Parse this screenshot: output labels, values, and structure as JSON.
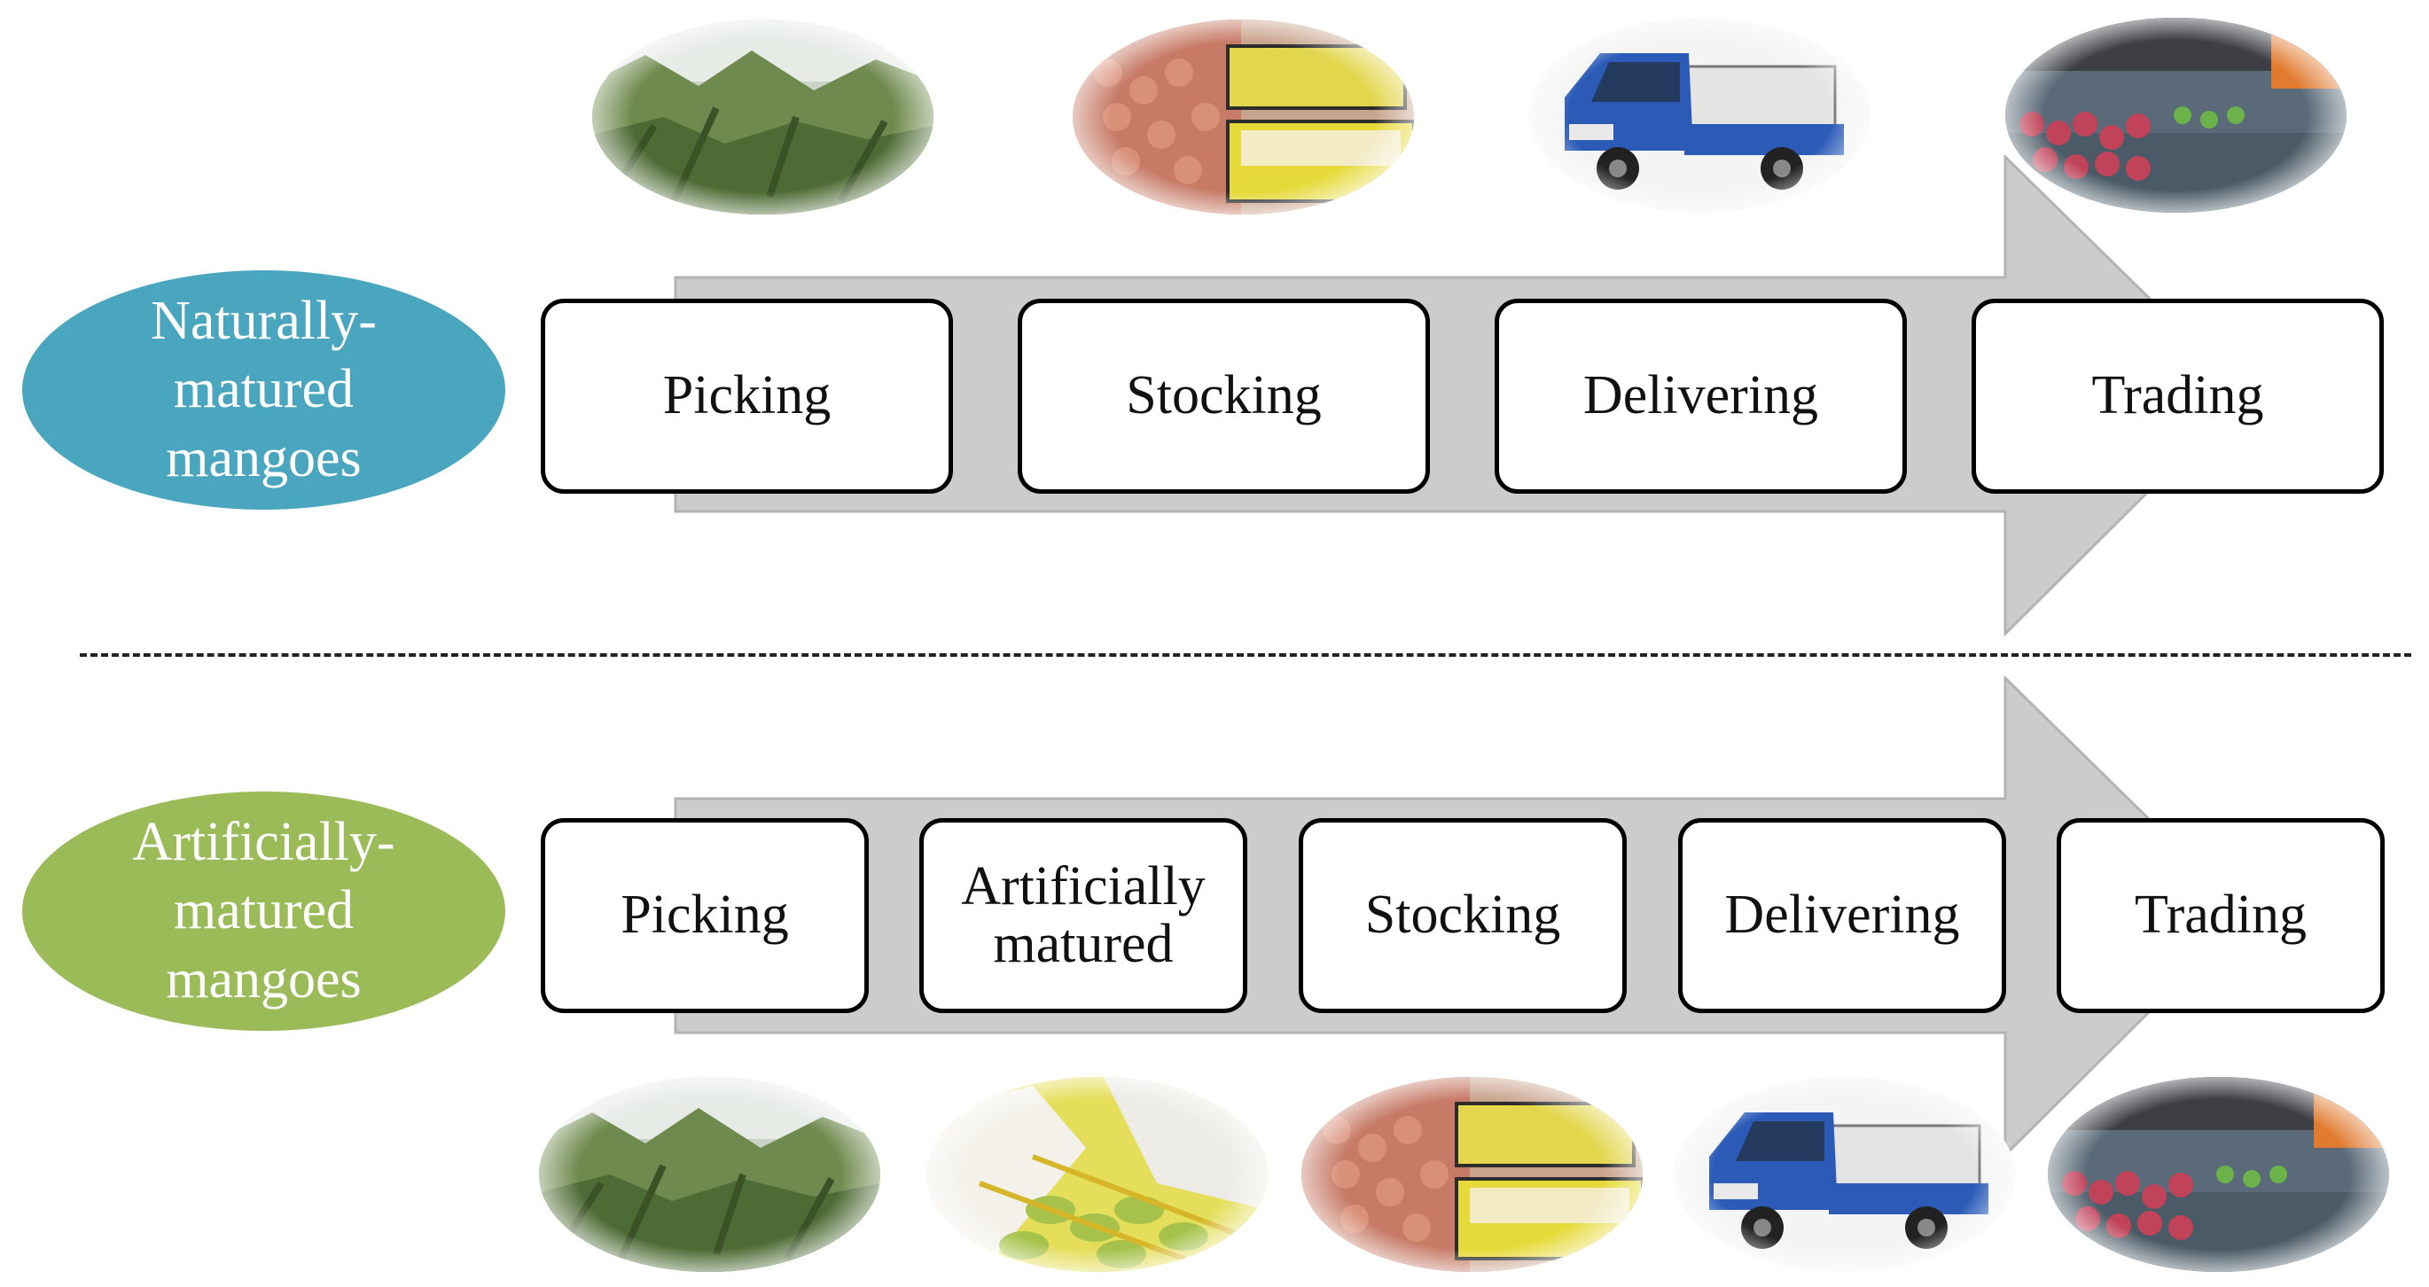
{
  "colors": {
    "natural_oval": "#4aa6bf",
    "artificial_oval": "#9bbb59",
    "arrow_fill": "#cccccc",
    "arrow_stroke": "#b3b3b3"
  },
  "top_flow": {
    "category": "Naturally-\nmatured\nmangoes",
    "steps": [
      "Picking",
      "Stocking",
      "Delivering",
      "Trading"
    ],
    "photos": [
      "orchard-photo",
      "mango-crates-photo",
      "blue-truck-photo",
      "fruit-market-photo"
    ]
  },
  "bottom_flow": {
    "category": "Artificially-\nmatured\nmangoes",
    "steps": [
      "Picking",
      "Artificially\nmatured",
      "Stocking",
      "Delivering",
      "Trading"
    ],
    "photos": [
      "orchard-photo",
      "wrapped-mangoes-photo",
      "mango-crates-photo",
      "blue-truck-photo",
      "fruit-market-photo"
    ]
  }
}
